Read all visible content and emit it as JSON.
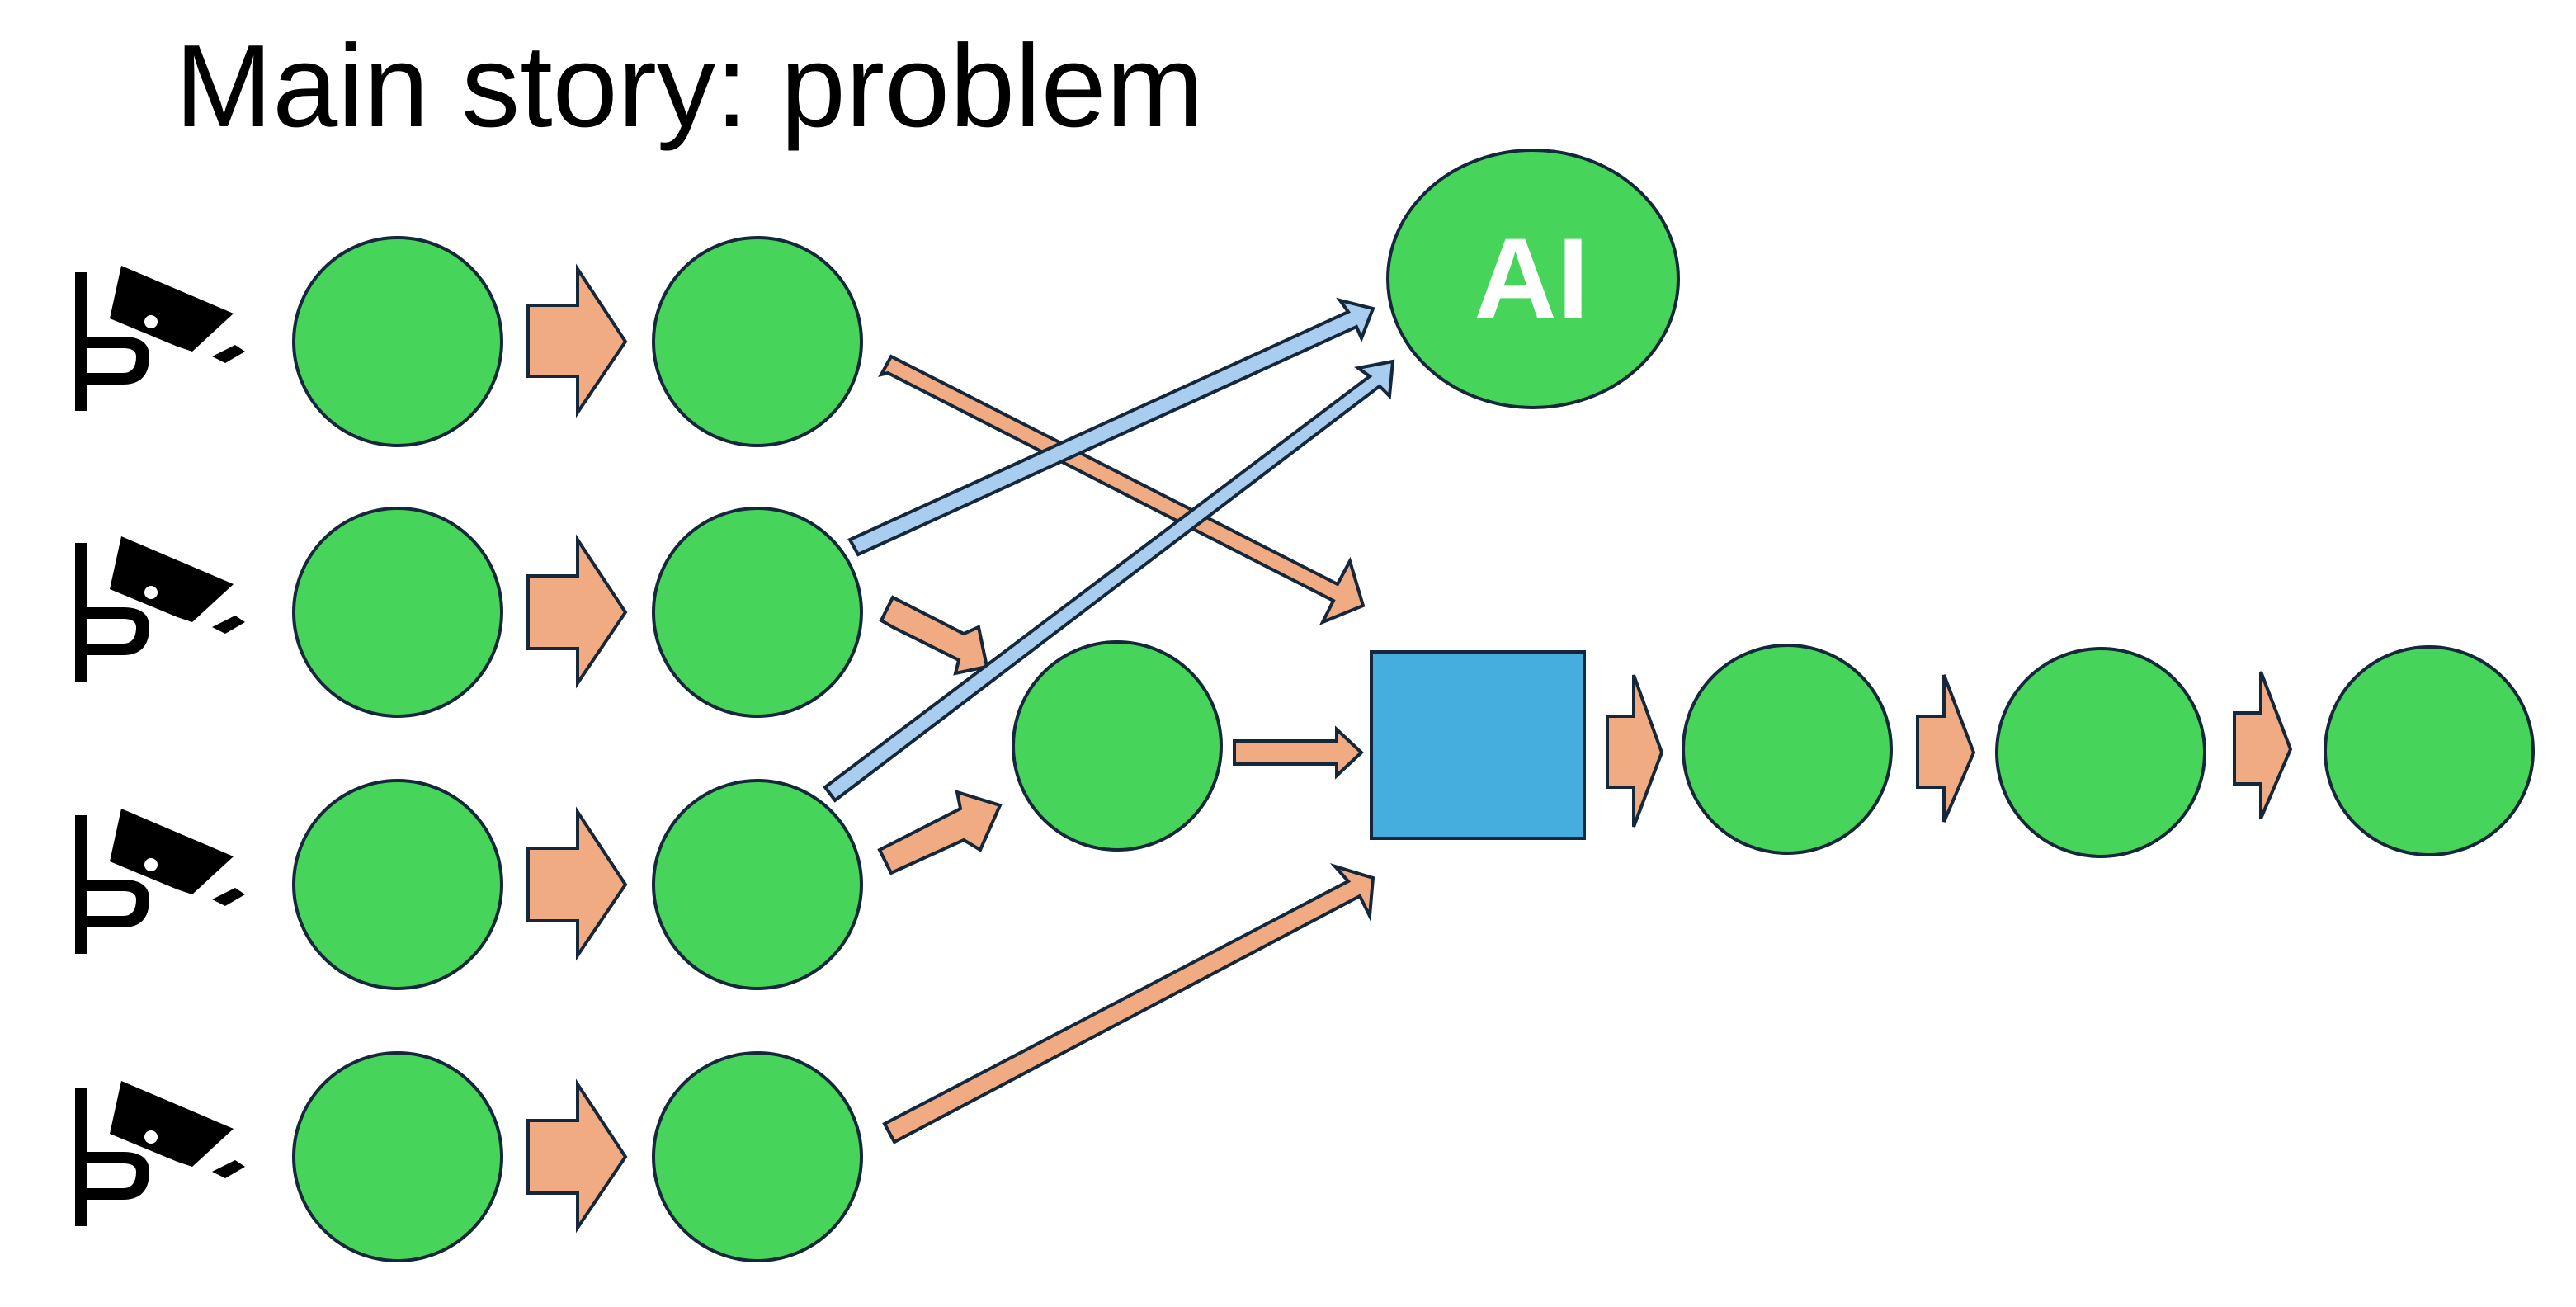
{
  "slide": {
    "title": "Main story: problem"
  },
  "ai_node": {
    "label": "AI"
  },
  "colors": {
    "node_fill": "#47d45a",
    "node_stroke": "#14273b",
    "flow_arrow": "#f0ab82",
    "ai_arrow": "#a9cdef",
    "hub_box": "#45aedf",
    "camera": "#000000",
    "ai_text": "#ffffff"
  },
  "icons": {
    "source": "security-camera-icon"
  },
  "rows": [
    {
      "camera": "security-camera-icon",
      "stages": 2
    },
    {
      "camera": "security-camera-icon",
      "stages": 2
    },
    {
      "camera": "security-camera-icon",
      "stages": 2
    },
    {
      "camera": "security-camera-icon",
      "stages": 2
    }
  ]
}
